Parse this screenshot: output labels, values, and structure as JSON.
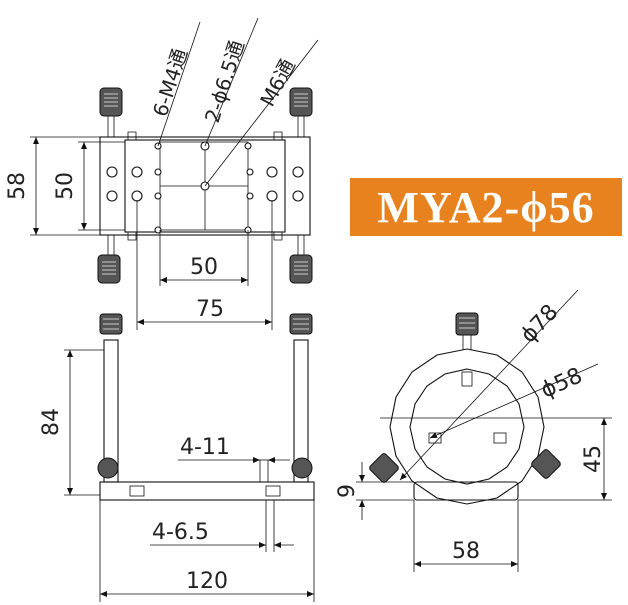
{
  "model_label": "MYA2-ϕ56",
  "callouts": {
    "m4_holes": "6-M4通",
    "d65_holes": "2-ϕ6.5通",
    "m6_hole": "M6通"
  },
  "dimensions": {
    "top_height_outer": "58",
    "top_height_inner": "50",
    "top_width_inner": "50",
    "top_width_outer": "75",
    "front_height": "84",
    "front_slot": "4-11",
    "front_hole": "4-6.5",
    "front_width": "120",
    "side_outer_dia": "ϕ78",
    "side_inner_dia": "ϕ58",
    "side_center_height": "45",
    "side_base_thickness": "9",
    "side_base_width": "58"
  }
}
